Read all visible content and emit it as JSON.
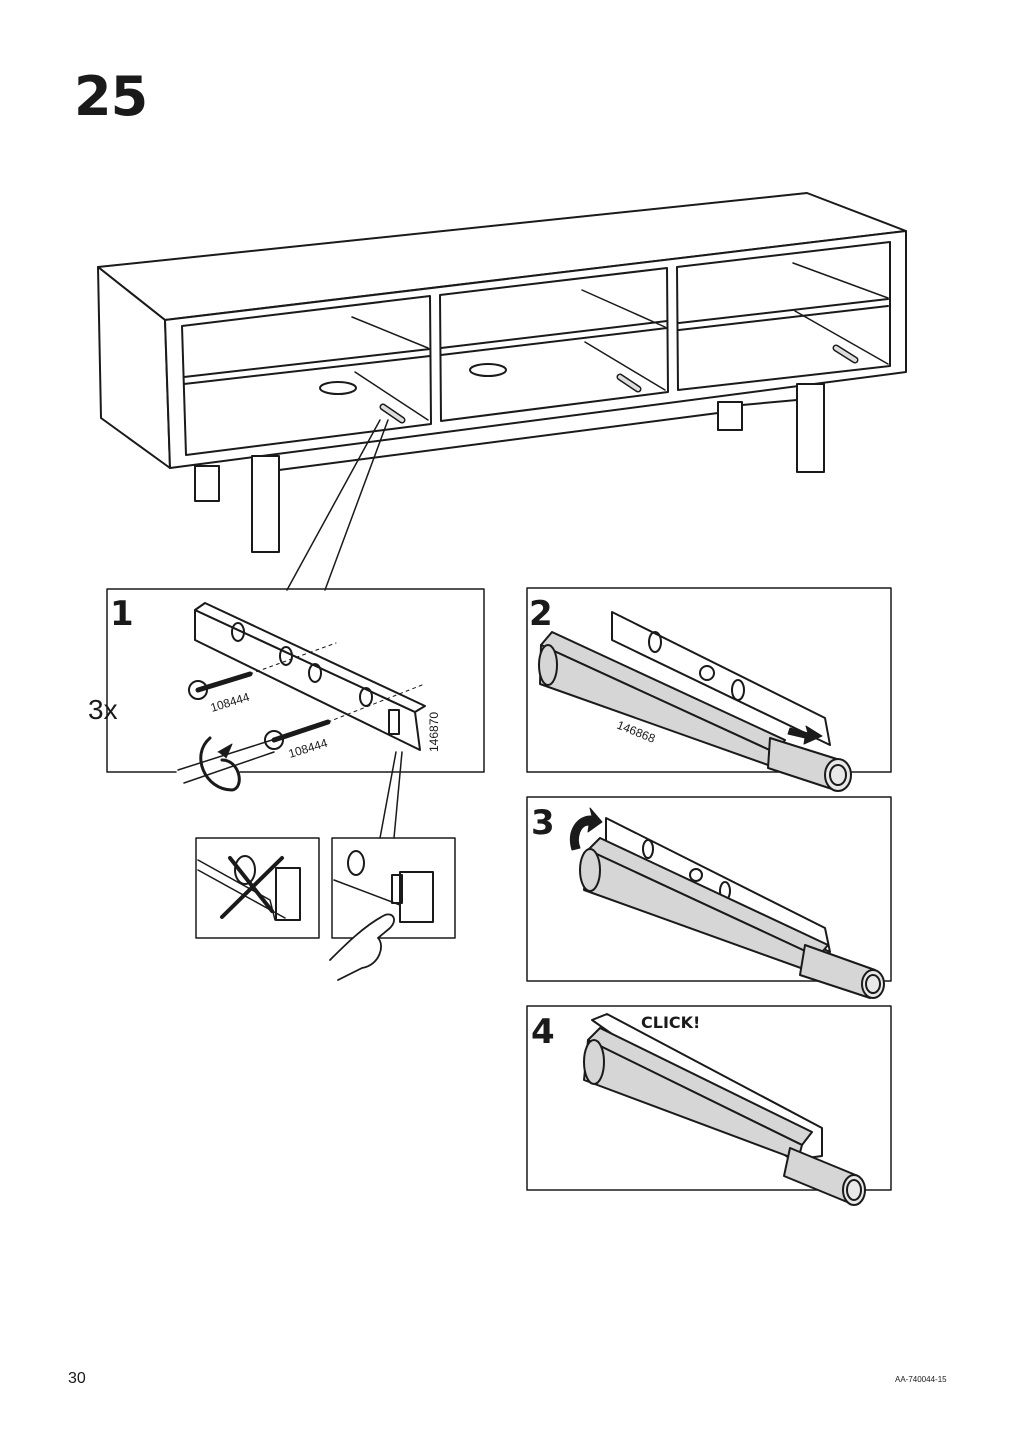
{
  "step_number": "25",
  "substeps": [
    {
      "number": "1",
      "quantity": "3x",
      "screw_part": "108444",
      "screw_part_2": "108444",
      "bracket_part": "146870"
    },
    {
      "number": "2",
      "push_part": "146868"
    },
    {
      "number": "3"
    },
    {
      "number": "4",
      "sound_label": "CLICK!"
    }
  ],
  "footer": {
    "page_number": "30",
    "doc_code": "AA-740044-15"
  },
  "colors": {
    "line": "#1a1a1a",
    "part_fill": "#d6d6d6",
    "paper": "#ffffff"
  }
}
